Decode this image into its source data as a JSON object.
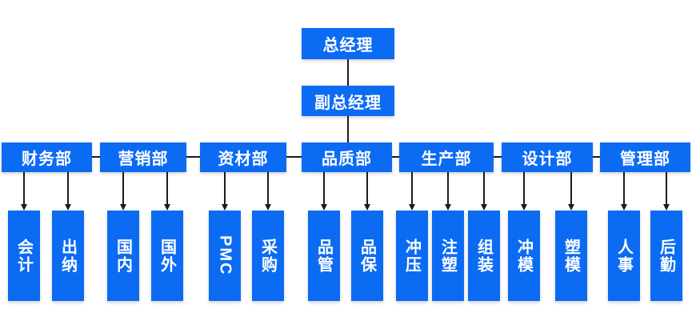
{
  "colors": {
    "box": "#0c6bf3",
    "line": "#1c1c1c",
    "text": "#ffffff",
    "background": "#ffffff"
  },
  "root": {
    "label": "总经理"
  },
  "deputy": {
    "label": "副总经理"
  },
  "departments": [
    {
      "label": "财务部",
      "children": [
        "会计",
        "出纳"
      ]
    },
    {
      "label": "营销部",
      "children": [
        "国内",
        "国外"
      ]
    },
    {
      "label": "资材部",
      "children": [
        "PMC",
        "采购"
      ]
    },
    {
      "label": "品质部",
      "children": [
        "品管",
        "品保"
      ]
    },
    {
      "label": "生产部",
      "children": [
        "冲压",
        "注塑",
        "组装"
      ]
    },
    {
      "label": "设计部",
      "children": [
        "冲模",
        "塑模"
      ]
    },
    {
      "label": "管理部",
      "children": [
        "人事",
        "后勤"
      ]
    }
  ]
}
